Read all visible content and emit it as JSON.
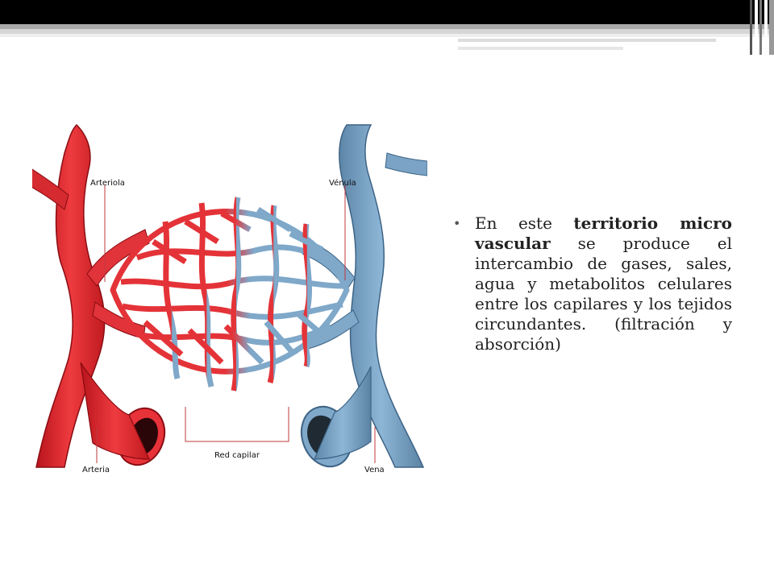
{
  "slide": {
    "diagram": {
      "labels": {
        "arteriola": "Arteriola",
        "venula": "Vénula",
        "arteria": "Arteria",
        "vena": "Vena",
        "red_capilar": "Red capilar"
      },
      "colors": {
        "artery": "#e8323a",
        "vein": "#7ba6c9"
      }
    },
    "bullet": {
      "part1": "En este ",
      "bold1": "territorio micro vascular",
      "part2": " se produce el intercambio de gases, sales, agua y metabolitos celulares entre los capilares y los tejidos circundantes. (filtración y absorción)"
    }
  }
}
